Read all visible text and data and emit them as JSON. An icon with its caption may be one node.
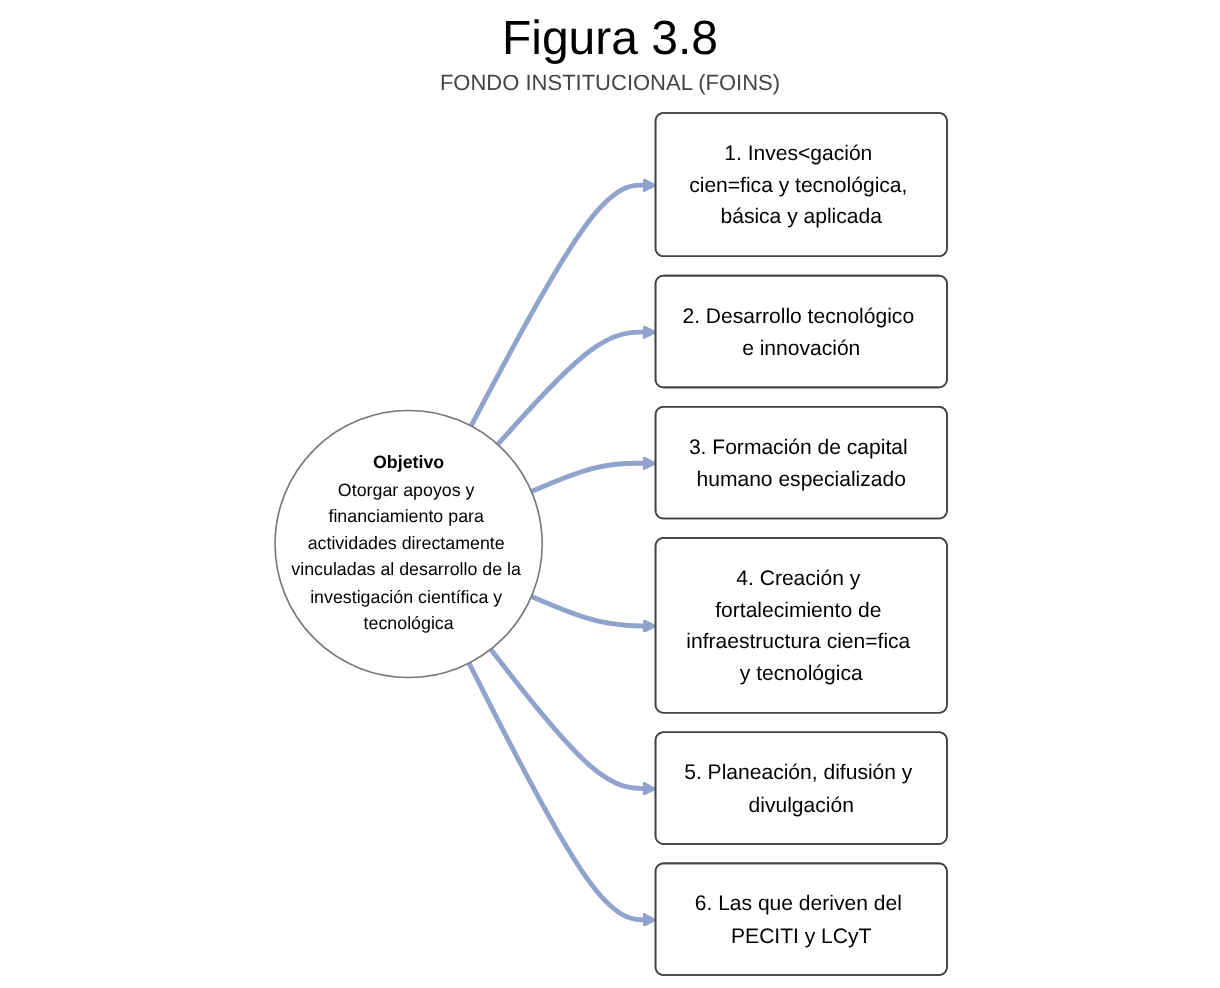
{
  "diagram": {
    "title": "Figura 3.8",
    "nodes": [
      {
        "text": [
          "Objetivo",
          "Otorgar apoyos y financiamiento para actividades directamente vinculadas al desarrollo de la investigación científica y tecnológica"
        ]
      },
      {
        "text": [
          "1. Inves<gación cien=fica y tecnológica, básica y aplicada"
        ]
      },
      {
        "text": [
          "2. Desarrollo tecnológico e innovación"
        ]
      },
      {
        "text": [
          "3. Formación de capital humano especializado"
        ]
      },
      {
        "text": [
          "4. Creación y fortalecimiento de infraestructura cien=fica y tecnológica"
        ]
      },
      {
        "text": [
          "5. Planeación, difusión y divulgación"
        ]
      },
      {
        "text": [
          "6. Las que deriven del PECITI y LCyT"
        ]
      }
    ],
    "edges": [
      {
        "from": 0,
        "to": 1,
        "arrow": "to"
      },
      {
        "from": 0,
        "to": 2,
        "arrow": "to"
      },
      {
        "from": 0,
        "to": 3,
        "arrow": "to"
      },
      {
        "from": 0,
        "to": 4,
        "arrow": "to"
      },
      {
        "from": 0,
        "to": 5,
        "arrow": "to"
      },
      {
        "from": 0,
        "to": 6,
        "arrow": "to"
      }
    ],
    "labels": [
      "FONDO INSTITUCIONAL (FOINS)"
    ]
  }
}
